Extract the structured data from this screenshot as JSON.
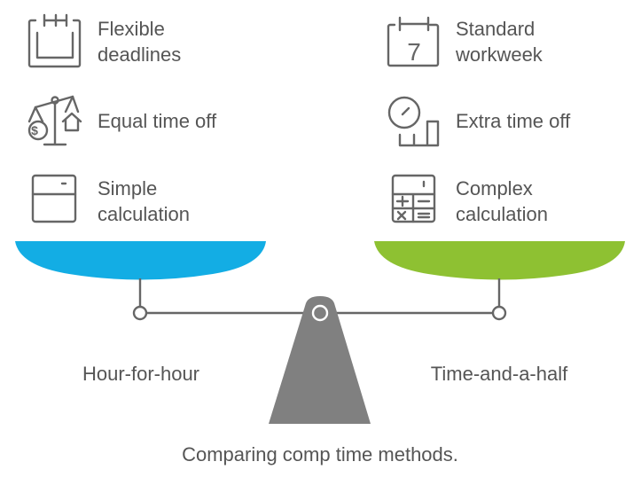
{
  "left": {
    "label": "Hour-for-hour",
    "color": "#13ade4",
    "items": [
      {
        "icon": "calendar-icon",
        "line1": "Flexible",
        "line2": "deadlines"
      },
      {
        "icon": "balance-scale-icon",
        "line1": "Equal time off",
        "line2": ""
      },
      {
        "icon": "calculator-simple-icon",
        "line1": "Simple",
        "line2": "calculation"
      }
    ]
  },
  "right": {
    "label": "Time-and-a-half",
    "color": "#8ec132",
    "items": [
      {
        "icon": "calendar-week-icon",
        "line1": "Standard",
        "line2": "workweek",
        "glyph": "7"
      },
      {
        "icon": "clock-chart-icon",
        "line1": "Extra time off",
        "line2": ""
      },
      {
        "icon": "calculator-icon",
        "line1": "Complex",
        "line2": "calculation"
      }
    ]
  },
  "caption": "Comparing comp time methods."
}
